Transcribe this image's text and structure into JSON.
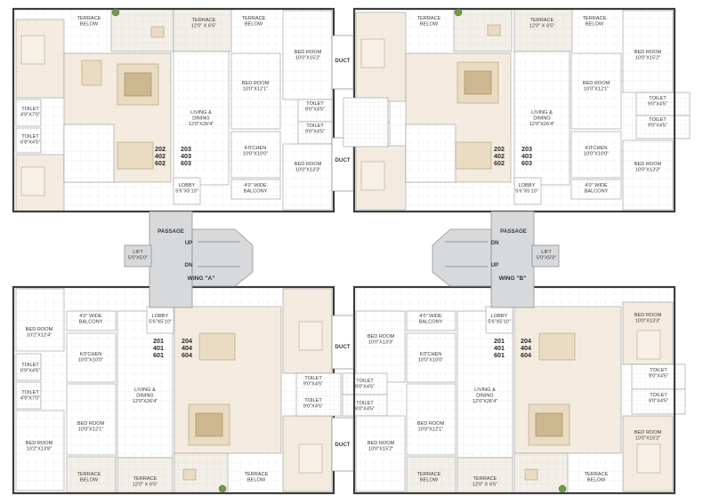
{
  "labels": {
    "terrace_below": "TERRACE\nBELOW",
    "terrace": "TERRACE\n12'0\" X 6'5\"",
    "bedroom_a": "BED ROOM\n10'0\"X15'2\"",
    "bedroom_b": "BED ROOM\n10'0\"X12'1\"",
    "bedroom_c": "BED ROOM\n10'0\"X13'3\"",
    "bedroom_d": "BED ROOM\n10'2\"X12'4\"",
    "bedroom_e": "BED ROOM\n10'2\"X13'8\"",
    "toilet_a": "TOILET\n9'0\"X4'5\"",
    "toilet_b": "TOILET\n4'9\"X7'0\"",
    "toilet_c": "TOILET\n6'9\"X4'5\"",
    "toilet_d": "TOILET\n6'9\"X4'5\"",
    "living": "LIVING &\nDINING\n12'0\"X26'4\"",
    "kitchen": "KITCHEN\n10'0\"X10'0\"",
    "balcony": "4'0\" WIDE\nBALCONY",
    "lobby": "LOBBY\n5'6\"X5'10\"",
    "duct": "DUCT",
    "passage": "PASSAGE",
    "up": "UP",
    "dn": "DN",
    "lift": "LIFT\n5'0\"X5'0\"",
    "wing_a": "WING \"A\"",
    "wing_b": "WING \"B\"",
    "units_202": "202\n402\n602",
    "units_203": "203\n403\n603",
    "units_201": "201\n401\n601",
    "units_204": "204\n404\n604"
  },
  "colors": {
    "core": "#d7d9db",
    "warm": "#f5ece1",
    "wall": "#3c3c3c"
  }
}
